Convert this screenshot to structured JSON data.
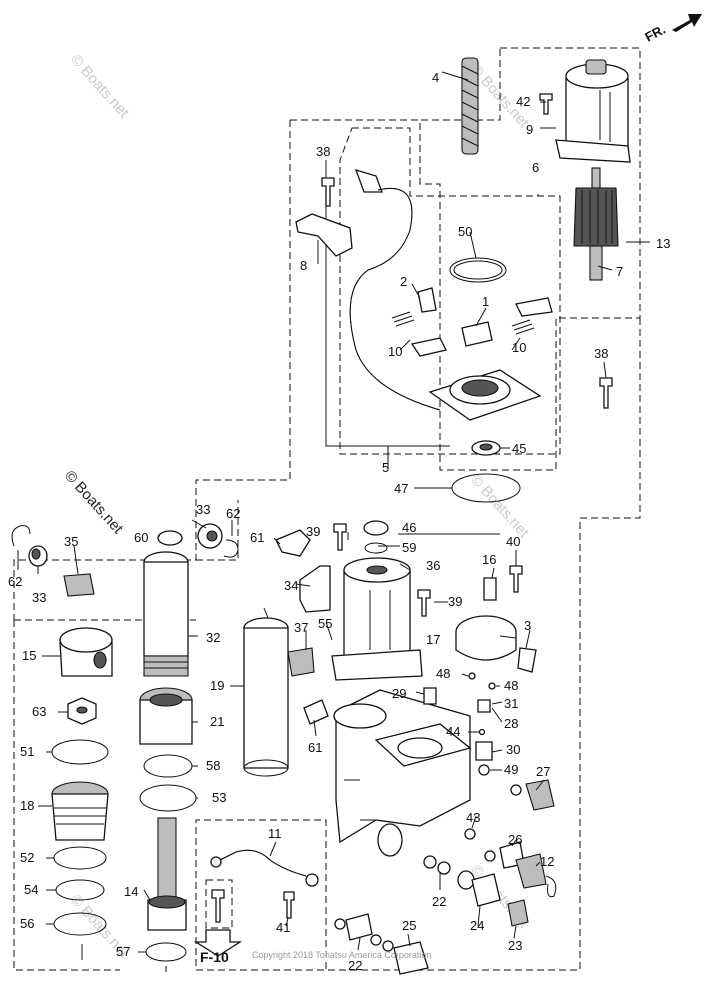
{
  "orientation": {
    "label": "FR."
  },
  "watermarks": [
    "© Boats.net",
    "© Boats.net",
    "© Boats.net",
    "© Boats.net",
    "© Boats.net"
  ],
  "reference": {
    "label": "F-10"
  },
  "copyright": "Copyright 2018 Tohatsu America Corporation",
  "callouts": {
    "c1": "1",
    "c2": "2",
    "c3": "3",
    "c4": "4",
    "c5": "5",
    "c6": "6",
    "c7": "7",
    "c8": "8",
    "c9": "9",
    "c10a": "10",
    "c10b": "10",
    "c11": "11",
    "c12": "12",
    "c13": "13",
    "c14": "14",
    "c15": "15",
    "c16": "16",
    "c17": "17",
    "c18": "18",
    "c19": "19",
    "c21": "21",
    "c22a": "22",
    "c22b": "22",
    "c23": "23",
    "c24": "24",
    "c25": "25",
    "c26": "26",
    "c27": "27",
    "c28": "28",
    "c29": "29",
    "c30": "30",
    "c31": "31",
    "c32": "32",
    "c33a": "33",
    "c33b": "33",
    "c34": "34",
    "c35": "35",
    "c36": "36",
    "c37": "37",
    "c38a": "38",
    "c38b": "38",
    "c39a": "39",
    "c39b": "39",
    "c40": "40",
    "c41": "41",
    "c42": "42",
    "c43": "43",
    "c44": "44",
    "c45": "45",
    "c46": "46",
    "c47": "47",
    "c48a": "48",
    "c48b": "48",
    "c49": "49",
    "c50": "50",
    "c51": "51",
    "c52": "52",
    "c53": "53",
    "c54": "54",
    "c55": "55",
    "c56": "56",
    "c57": "57",
    "c58": "58",
    "c59": "59",
    "c60": "60",
    "c61a": "61",
    "c61b": "61",
    "c62a": "62",
    "c62b": "62",
    "c63": "63"
  }
}
